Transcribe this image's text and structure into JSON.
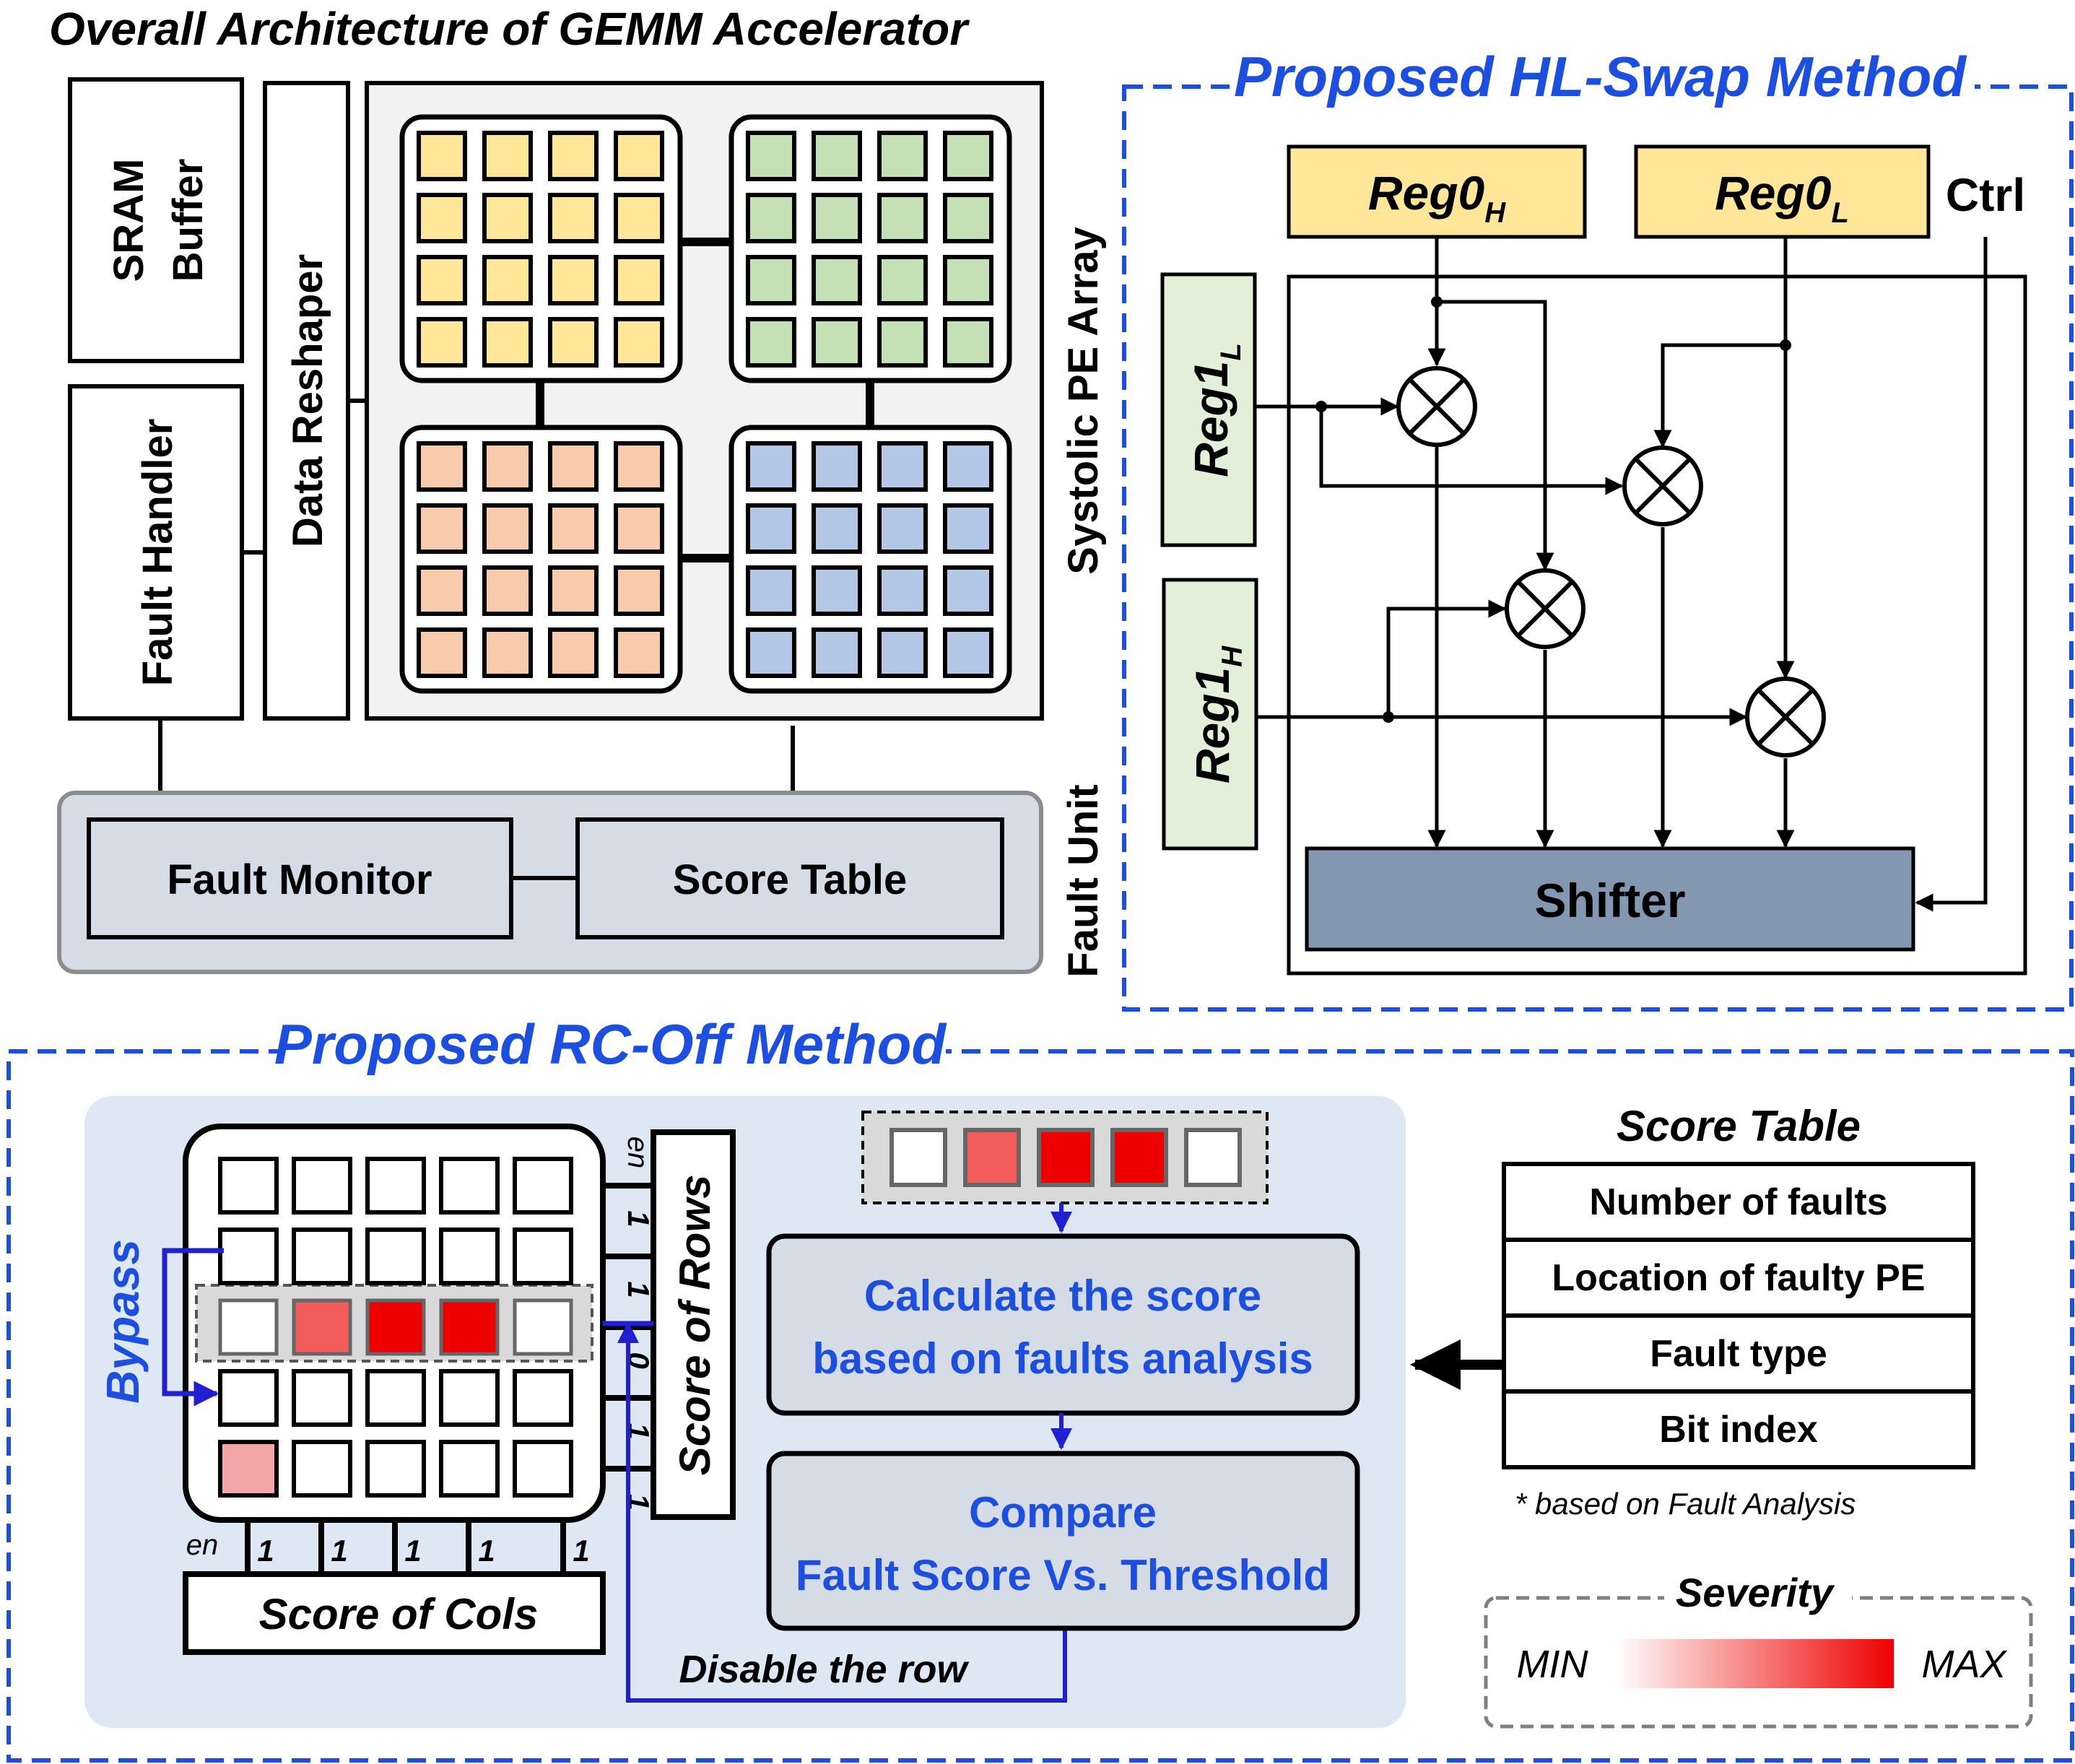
{
  "top_left": {
    "title": "Overall Architecture of GEMM Accelerator",
    "sram_line1": "SRAM",
    "sram_line2": "Buffer",
    "fault_handler": "Fault Handler",
    "data_reshaper": "Data Reshaper",
    "systolic_label": "Systolic PE Array",
    "fault_unit_label": "Fault Unit",
    "fault_monitor": "Fault Monitor",
    "score_table": "Score Table",
    "quadrant_colors": {
      "yellow": "#FFE699",
      "green": "#C5E0B4",
      "orange": "#F8CBAD",
      "blue": "#B4C7E7"
    }
  },
  "hl_swap": {
    "title": "Proposed HL-Swap Method",
    "reg0": "Reg0",
    "sub_h": "H",
    "sub_l": "L",
    "reg1": "Reg1",
    "ctrl": "Ctrl",
    "shifter": "Shifter"
  },
  "rc_off": {
    "title": "Proposed RC-Off Method",
    "bypass": "Bypass",
    "row_en": "en",
    "row_values": [
      "1",
      "1",
      "0",
      "1",
      "1"
    ],
    "score_rows": "Score of Rows",
    "col_en": "en",
    "col_values": [
      "1",
      "1",
      "1",
      "1",
      "1"
    ],
    "score_cols": "Score of Cols",
    "calc_line1": "Calculate the score",
    "calc_line2": "based on faults analysis",
    "compare_line1": "Compare",
    "compare_line2": "Fault Score Vs. Threshold",
    "disable_row": "Disable the row",
    "score_table_title": "Score Table",
    "score_table_rows": [
      "Number of faults",
      "Location of faulty PE",
      "Fault type",
      "Bit index"
    ],
    "footnote": "* based on Fault Analysis",
    "severity_title": "Severity",
    "severity_min": "MIN",
    "severity_max": "MAX",
    "severity_colors": {
      "low": "#F4A5A8",
      "mid": "#F45B5B",
      "high": "#EE0000"
    }
  }
}
